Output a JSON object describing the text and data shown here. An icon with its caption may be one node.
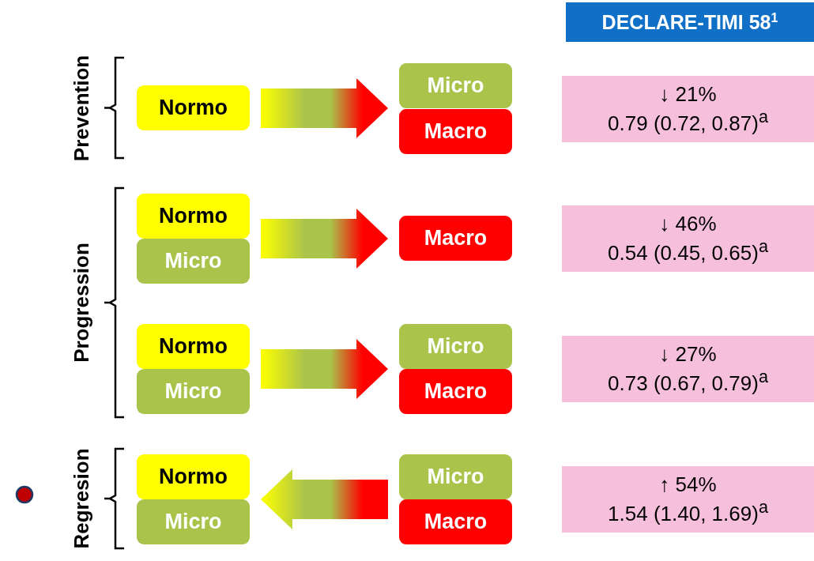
{
  "diagram": {
    "nodes": [
      {
        "text": [
          "DECLARE-TIMI 58$^{1}$"
        ]
      },
      {
        "text": [
          "Normo"
        ]
      },
      {
        "text": [
          "Micro"
        ]
      },
      {
        "text": [
          "Macro"
        ]
      },
      {
        "text": [
          "↓ 21%",
          "0.79 (0.72, 0.87)$^{a}$"
        ]
      },
      {
        "text": [
          "Normo"
        ]
      },
      {
        "text": [
          "Micro"
        ]
      },
      {
        "text": [
          "Macro"
        ]
      },
      {
        "text": [
          "↓ 46%",
          "0.54 (0.45, 0.65)$^{a}$"
        ]
      },
      {
        "text": [
          "Normo"
        ]
      },
      {
        "text": [
          "Micro"
        ]
      },
      {
        "text": [
          "Micro"
        ]
      },
      {
        "text": [
          "Macro"
        ]
      },
      {
        "text": [
          "↓ 27%",
          "0.73 (0.67, 0.79)$^{a}$"
        ]
      },
      {
        "text": [
          "Normo"
        ]
      },
      {
        "text": [
          "Micro"
        ]
      },
      {
        "text": [
          "Micro"
        ]
      },
      {
        "text": [
          "Macro"
        ]
      },
      {
        "text": [
          "↑ 54%",
          "1.54 (1.40, 1.69)$^{a}$"
        ]
      }
    ],
    "edges": [
      {
        "from": 1,
        "to": 2,
        "arrow": "to"
      },
      {
        "from": 1,
        "to": 3,
        "arrow": "to"
      },
      {
        "from": 5,
        "to": 7,
        "arrow": "to"
      },
      {
        "from": 6,
        "to": 7,
        "arrow": "to"
      },
      {
        "from": 9,
        "to": 11,
        "arrow": "to"
      },
      {
        "from": 9,
        "to": 12,
        "arrow": "to"
      },
      {
        "from": 10,
        "to": 11,
        "arrow": "to"
      },
      {
        "from": 10,
        "to": 12,
        "arrow": "to"
      },
      {
        "from": 16,
        "to": 14,
        "arrow": "to"
      },
      {
        "from": 16,
        "to": 15,
        "arrow": "to"
      },
      {
        "from": 17,
        "to": 14,
        "arrow": "to"
      },
      {
        "from": 17,
        "to": 15,
        "arrow": "to"
      }
    ],
    "labels": [
      "Prevention",
      "Progression",
      "Regresion"
    ]
  }
}
